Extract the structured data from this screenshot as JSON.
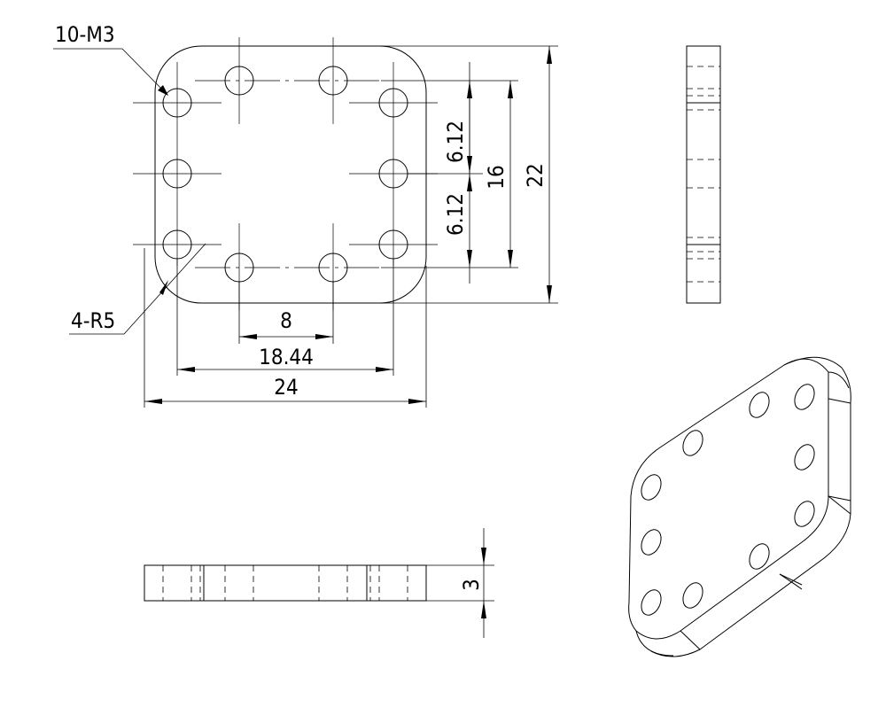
{
  "drawing": {
    "labels": {
      "hole_callout": "10-M3",
      "radius_callout": "4-R5"
    },
    "dimensions": {
      "inner_hole_spacing": "8",
      "outer_hole_spacing": "18.44",
      "overall_width": "24",
      "hole_offset_top": "6.12",
      "hole_offset_bottom": "6.12",
      "hole_span_vertical": "16",
      "overall_height": "22",
      "thickness": "3"
    }
  }
}
